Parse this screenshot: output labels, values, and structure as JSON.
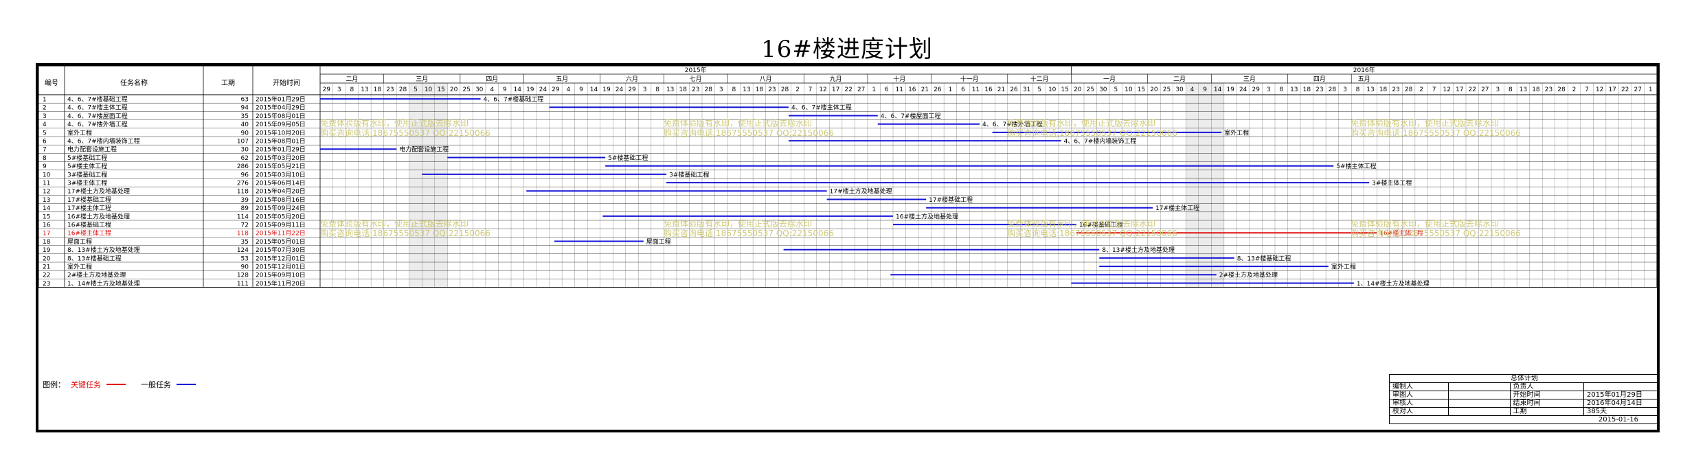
{
  "title": "16#楼进度计划",
  "columns": {
    "id": "编号",
    "name": "任务名称",
    "duration": "工期",
    "start": "开始时间"
  },
  "years": [
    {
      "label": "2015年",
      "from": 0,
      "to": 25
    },
    {
      "label": "2016年",
      "from": 25,
      "to": 38
    }
  ],
  "months": [
    "二月",
    "三月",
    "四月",
    "五月",
    "六月",
    "七月",
    "八月",
    "九月",
    "十月",
    "十一月",
    "十二月",
    "一月",
    "二月",
    "三月",
    "四月",
    "五月"
  ],
  "months_span": [
    [
      0,
      5
    ],
    [
      5,
      11
    ],
    [
      11,
      16
    ],
    [
      16,
      22
    ],
    [
      22,
      27
    ],
    [
      27,
      32
    ],
    [
      32,
      38
    ],
    [
      38,
      43
    ],
    [
      43,
      48
    ],
    [
      48,
      54
    ],
    [
      54,
      59
    ],
    [
      59,
      65
    ],
    [
      65,
      70
    ],
    [
      70,
      76
    ],
    [
      76,
      81
    ],
    [
      81,
      83
    ]
  ],
  "days": [
    "29",
    "3",
    "8",
    "13",
    "18",
    "23",
    "28",
    "5",
    "10",
    "15",
    "20",
    "25",
    "30",
    "4",
    "9",
    "14",
    "19",
    "24",
    "29",
    "4",
    "9",
    "14",
    "19",
    "24",
    "29",
    "3",
    "8",
    "13",
    "18",
    "23",
    "28",
    "3",
    "8",
    "13",
    "18",
    "23",
    "28",
    "2",
    "7",
    "12",
    "17",
    "22",
    "27",
    "1",
    "6",
    "11",
    "16",
    "21",
    "26",
    "1",
    "6",
    "11",
    "16",
    "21",
    "26",
    "31",
    "5",
    "10",
    "15",
    "20",
    "25",
    "30",
    "5",
    "10",
    "15",
    "20",
    "25",
    "30",
    "4",
    "9",
    "14",
    "19",
    "24",
    "29",
    "3",
    "8",
    "13",
    "18",
    "23",
    "28",
    "3",
    "8",
    "13",
    "18",
    "23",
    "28",
    "2",
    "7",
    "12",
    "17",
    "22",
    "27",
    "3",
    "8",
    "13",
    "18",
    "23",
    "28",
    "2",
    "7",
    "12",
    "17",
    "22",
    "27",
    "1"
  ],
  "tasks": [
    {
      "id": "1",
      "name": "4、6、7#楼基础工程",
      "duration": "63",
      "start": "2015年01月29日",
      "bar_label": "4、6、7#楼基础工程",
      "s": 0,
      "e": 63,
      "critical": false
    },
    {
      "id": "2",
      "name": "4、6、7#楼主体工程",
      "duration": "94",
      "start": "2015年04月29日",
      "bar_label": "4、6、7#楼主体工程",
      "s": 90,
      "e": 184,
      "critical": false
    },
    {
      "id": "3",
      "name": "4、6、7#楼屋面工程",
      "duration": "35",
      "start": "2015年08月01日",
      "bar_label": "4、6、7#楼屋面工程",
      "s": 184,
      "e": 219,
      "critical": false
    },
    {
      "id": "4",
      "name": "4、6、7#楼外墙工程",
      "duration": "40",
      "start": "2015年09月05日",
      "bar_label": "4、6、7#楼外墙工程",
      "s": 219,
      "e": 259,
      "critical": false
    },
    {
      "id": "5",
      "name": "室外工程",
      "duration": "90",
      "start": "2015年10月20日",
      "bar_label": "室外工程",
      "s": 264,
      "e": 354,
      "critical": false
    },
    {
      "id": "6",
      "name": "4、6、7#楼内墙装饰工程",
      "duration": "107",
      "start": "2015年08月01日",
      "bar_label": "4、6、7#楼内墙装饰工程",
      "s": 184,
      "e": 291,
      "critical": false
    },
    {
      "id": "7",
      "name": "电力配套设施工程",
      "duration": "30",
      "start": "2015年01月29日",
      "bar_label": "电力配套设施工程",
      "s": 0,
      "e": 30,
      "critical": false
    },
    {
      "id": "8",
      "name": "5#楼基础工程",
      "duration": "62",
      "start": "2015年03月20日",
      "bar_label": "5#楼基础工程",
      "s": 50,
      "e": 112,
      "critical": false
    },
    {
      "id": "9",
      "name": "5#楼主体工程",
      "duration": "286",
      "start": "2015年05月21日",
      "bar_label": "5#楼主体工程",
      "s": 112,
      "e": 398,
      "critical": false
    },
    {
      "id": "10",
      "name": "3#楼基础工程",
      "duration": "96",
      "start": "2015年03月10日",
      "bar_label": "3#楼基础工程",
      "s": 40,
      "e": 136,
      "critical": false
    },
    {
      "id": "11",
      "name": "3#楼主体工程",
      "duration": "276",
      "start": "2015年06月14日",
      "bar_label": "3#楼主体工程",
      "s": 136,
      "e": 412,
      "critical": false
    },
    {
      "id": "12",
      "name": "17#楼土方及地基处理",
      "duration": "118",
      "start": "2015年04月20日",
      "bar_label": "17#楼土方及地基处理",
      "s": 81,
      "e": 199,
      "critical": false
    },
    {
      "id": "13",
      "name": "17#楼基础工程",
      "duration": "39",
      "start": "2015年08月16日",
      "bar_label": "17#楼基础工程",
      "s": 199,
      "e": 238,
      "critical": false
    },
    {
      "id": "14",
      "name": "17#楼主体工程",
      "duration": "89",
      "start": "2015年09月24日",
      "bar_label": "17#楼主体工程",
      "s": 238,
      "e": 327,
      "critical": false
    },
    {
      "id": "15",
      "name": "16#楼土方及地基处理",
      "duration": "114",
      "start": "2015年05月20日",
      "bar_label": "16#楼土方及地基处理",
      "s": 111,
      "e": 225,
      "critical": false
    },
    {
      "id": "16",
      "name": "16#楼基础工程",
      "duration": "72",
      "start": "2015年09月11日",
      "bar_label": "16#楼基础工程",
      "s": 225,
      "e": 297,
      "critical": false
    },
    {
      "id": "17",
      "name": "16#楼主体工程",
      "duration": "118",
      "start": "2015年11月22日",
      "bar_label": "16#楼主体工程",
      "s": 297,
      "e": 415,
      "critical": true
    },
    {
      "id": "18",
      "name": "屋面工程",
      "duration": "35",
      "start": "2015年05月01日",
      "bar_label": "屋面工程",
      "s": 92,
      "e": 127,
      "critical": false
    },
    {
      "id": "19",
      "name": "8、13#楼土方及地基处理",
      "duration": "124",
      "start": "2015年07月30日",
      "bar_label": "8、13#楼土方及地基处理",
      "s": 182,
      "e": 306,
      "critical": false
    },
    {
      "id": "20",
      "name": "8、13#楼基础工程",
      "duration": "53",
      "start": "2015年12月01日",
      "bar_label": "8、13#楼基础工程",
      "s": 306,
      "e": 359,
      "critical": false
    },
    {
      "id": "21",
      "name": "室外工程",
      "duration": "90",
      "start": "2015年12月01日",
      "bar_label": "室外工程",
      "s": 306,
      "e": 396,
      "critical": false
    },
    {
      "id": "22",
      "name": "2#楼土方及地基处理",
      "duration": "128",
      "start": "2015年09月10日",
      "bar_label": "2#楼土方及地基处理",
      "s": 224,
      "e": 352,
      "critical": false
    },
    {
      "id": "23",
      "name": "1、14#楼土方及地基处理",
      "duration": "111",
      "start": "2015年11月20日",
      "bar_label": "1、14#楼土方及地基处理",
      "s": 295,
      "e": 406,
      "critical": false
    }
  ],
  "legend": {
    "label": "图例：",
    "critical": "关键任务",
    "normal": "一般任务"
  },
  "footer": {
    "heading": "总体计划",
    "rows": [
      [
        "编制人",
        "",
        "负责人",
        ""
      ],
      [
        "审图人",
        "",
        "开始时间",
        "2015年01月29日"
      ],
      [
        "审核人",
        "",
        "结束时间",
        "2016年04月14日"
      ],
      [
        "校对人",
        "",
        "工期",
        "385天"
      ]
    ],
    "date": "2015-01-16"
  },
  "watermark": {
    "line1": "免费体验版有水印，使用正式版去除水印",
    "line2": "购买咨询电话:18675550537 QQ:22150066"
  },
  "colors": {
    "grid": "#000000",
    "normal_bar": "#1515d8",
    "critical_bar": "#e01010",
    "critical_text": "#e01010",
    "weekend": "#dcdcdc",
    "watermark": "#c9c36a"
  }
}
